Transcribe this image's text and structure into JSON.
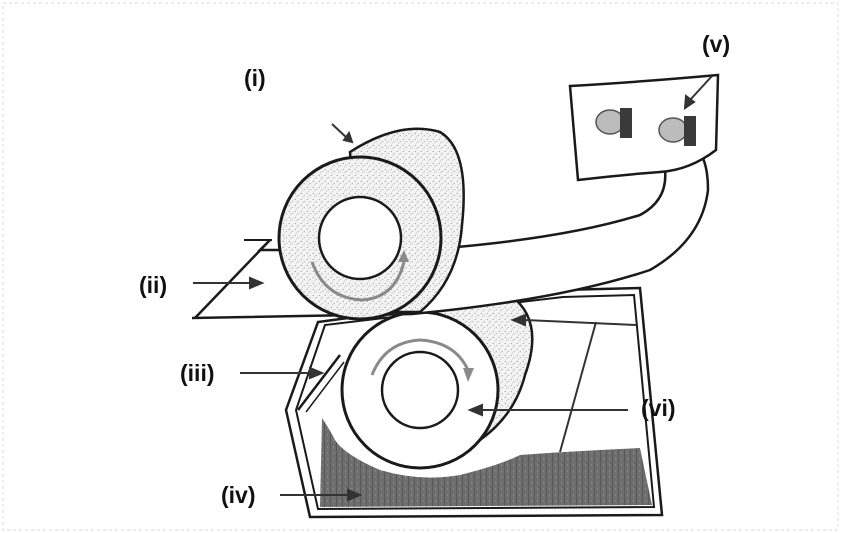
{
  "labels": {
    "i": "(i)",
    "ii": "(ii)",
    "iii": "(iii)",
    "iv": "(iv)",
    "v": "(v)",
    "vi": "(vi)"
  }
}
